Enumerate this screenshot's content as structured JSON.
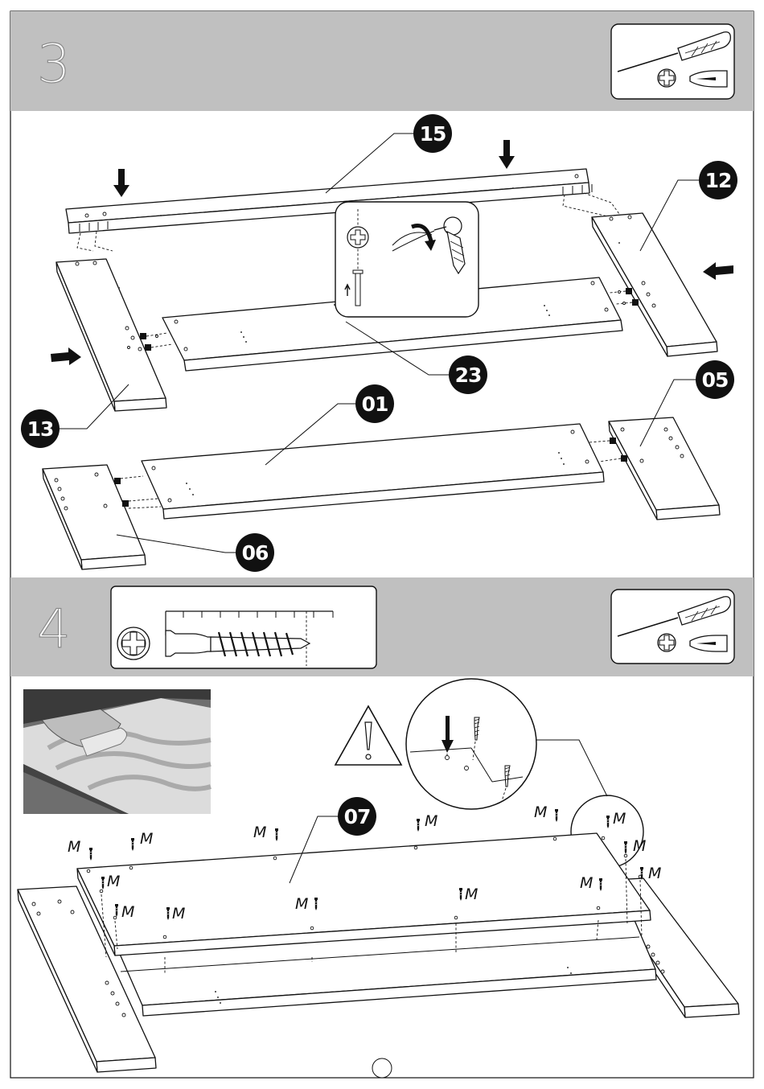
{
  "steps": [
    {
      "number": "3",
      "callouts": [
        "15",
        "12",
        "23",
        "13",
        "05",
        "01",
        "06"
      ]
    },
    {
      "number": "4",
      "callouts": [
        "07"
      ],
      "screw_label": "M"
    }
  ],
  "tools": [
    "phillips-screwdriver-icon",
    "phillips-head-icon",
    "flat-head-icon"
  ],
  "colors": {
    "header_band": "#c0c0c0",
    "frame": "#111111",
    "callout": "#111111"
  }
}
